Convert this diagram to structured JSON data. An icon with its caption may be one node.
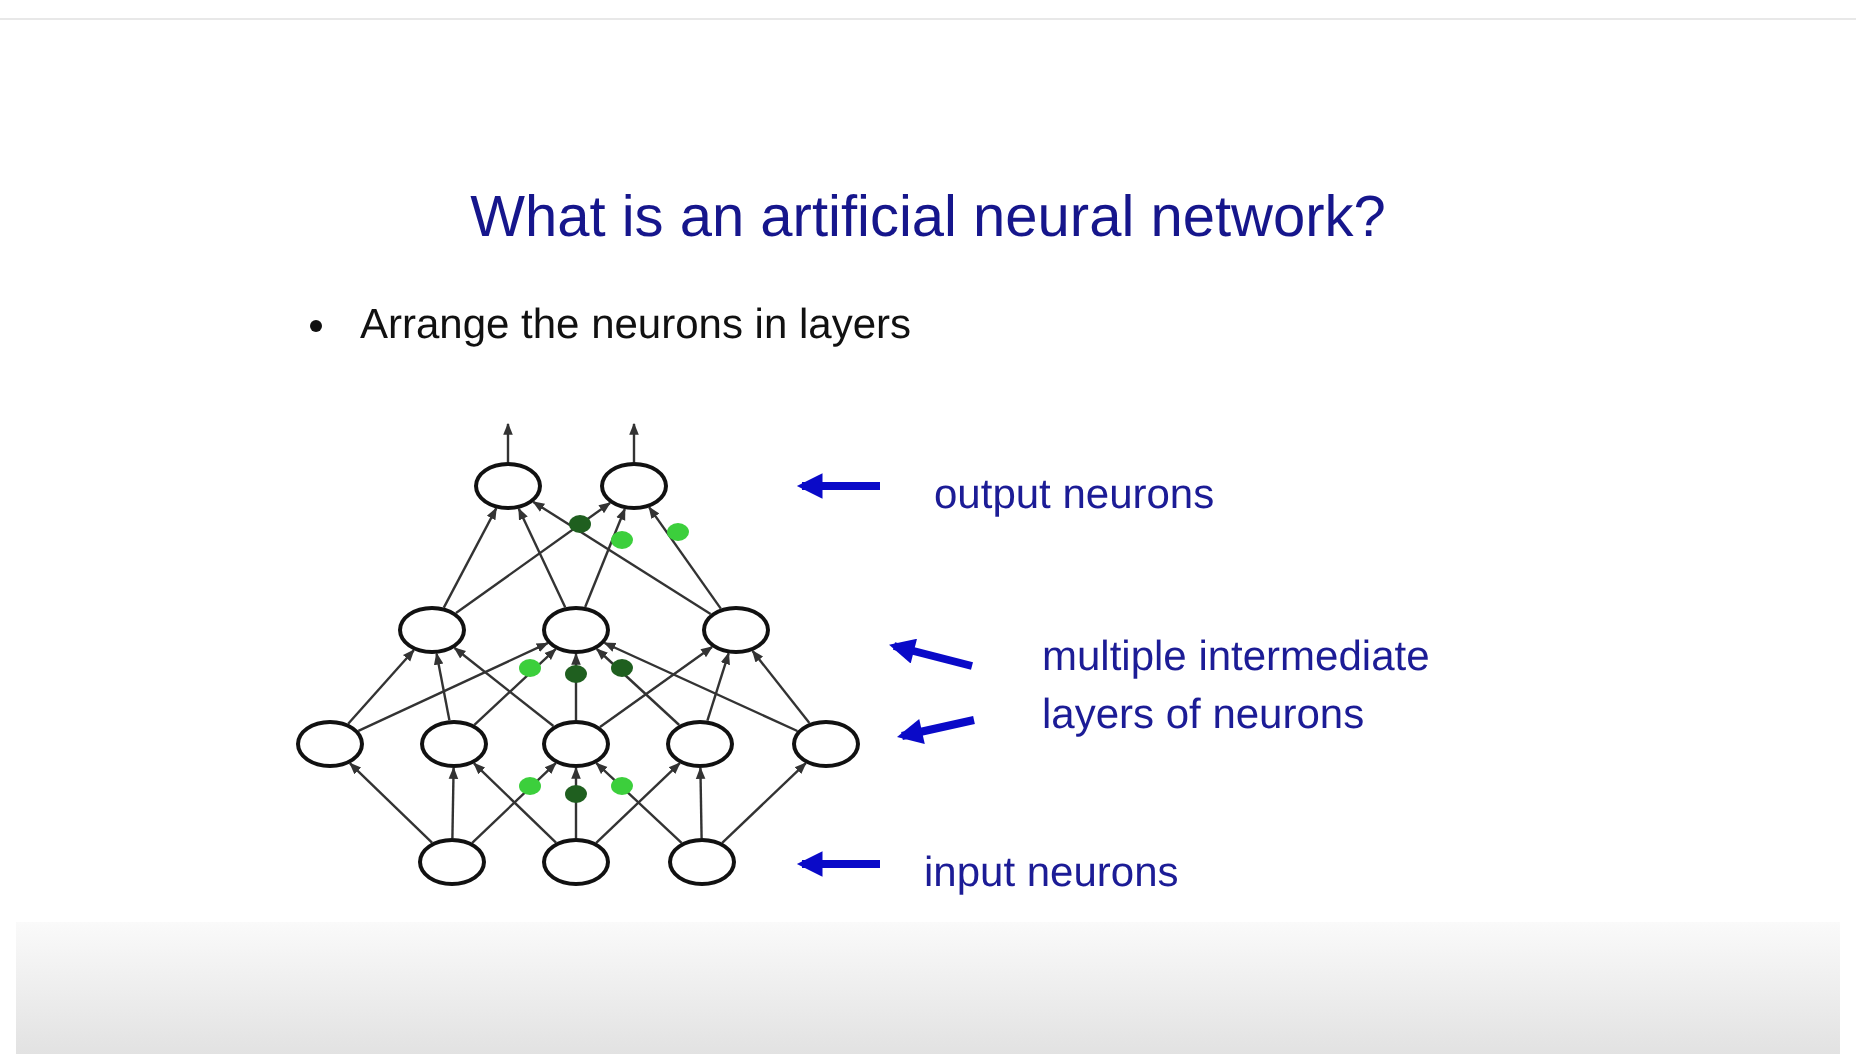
{
  "diagram": {
    "title": "What is an artificial neural network?",
    "nodes": [
      {
        "text": [],
        "shape": "circle"
      },
      {
        "text": [],
        "shape": "circle"
      },
      {
        "text": [],
        "shape": "circle"
      },
      {
        "text": [],
        "shape": "circle"
      },
      {
        "text": [],
        "shape": "circle"
      },
      {
        "text": [],
        "shape": "circle"
      },
      {
        "text": [],
        "shape": "circle"
      },
      {
        "text": [],
        "shape": "circle"
      },
      {
        "text": [],
        "shape": "circle"
      },
      {
        "text": [],
        "shape": "circle"
      },
      {
        "text": [],
        "shape": "circle"
      },
      {
        "text": [],
        "shape": "circle"
      },
      {
        "text": [],
        "shape": "circle"
      },
      {
        "text": [
          "output neurons"
        ]
      },
      {
        "text": [
          "multiple intermediate layers of neurons"
        ]
      },
      {
        "text": [
          "input neurons"
        ]
      }
    ],
    "edges": [
      {
        "from": 10,
        "to": 5,
        "arrow": "to"
      },
      {
        "from": 10,
        "to": 6,
        "arrow": "to"
      },
      {
        "from": 10,
        "to": 7,
        "arrow": "to"
      },
      {
        "from": 11,
        "to": 6,
        "arrow": "to"
      },
      {
        "from": 11,
        "to": 7,
        "arrow": "to"
      },
      {
        "from": 11,
        "to": 8,
        "arrow": "to"
      },
      {
        "from": 12,
        "to": 7,
        "arrow": "to"
      },
      {
        "from": 12,
        "to": 8,
        "arrow": "to"
      },
      {
        "from": 12,
        "to": 9,
        "arrow": "to"
      },
      {
        "from": 5,
        "to": 2,
        "arrow": "to"
      },
      {
        "from": 5,
        "to": 3,
        "arrow": "to"
      },
      {
        "from": 6,
        "to": 2,
        "arrow": "to"
      },
      {
        "from": 6,
        "to": 3,
        "arrow": "to"
      },
      {
        "from": 7,
        "to": 2,
        "arrow": "to"
      },
      {
        "from": 7,
        "to": 3,
        "arrow": "to"
      },
      {
        "from": 7,
        "to": 4,
        "arrow": "to"
      },
      {
        "from": 8,
        "to": 3,
        "arrow": "to"
      },
      {
        "from": 8,
        "to": 4,
        "arrow": "to"
      },
      {
        "from": 9,
        "to": 3,
        "arrow": "to"
      },
      {
        "from": 9,
        "to": 4,
        "arrow": "to"
      },
      {
        "from": 2,
        "to": 0,
        "arrow": "to"
      },
      {
        "from": 2,
        "to": 1,
        "arrow": "to"
      },
      {
        "from": 3,
        "to": 0,
        "arrow": "to"
      },
      {
        "from": 3,
        "to": 1,
        "arrow": "to"
      },
      {
        "from": 4,
        "to": 0,
        "arrow": "to"
      },
      {
        "from": 4,
        "to": 1,
        "arrow": "to"
      },
      {
        "from": 0,
        "to": null,
        "arrow": "to"
      },
      {
        "from": 1,
        "to": null,
        "arrow": "to"
      }
    ],
    "labels": [
      "Arrange the neurons in layers"
    ]
  }
}
